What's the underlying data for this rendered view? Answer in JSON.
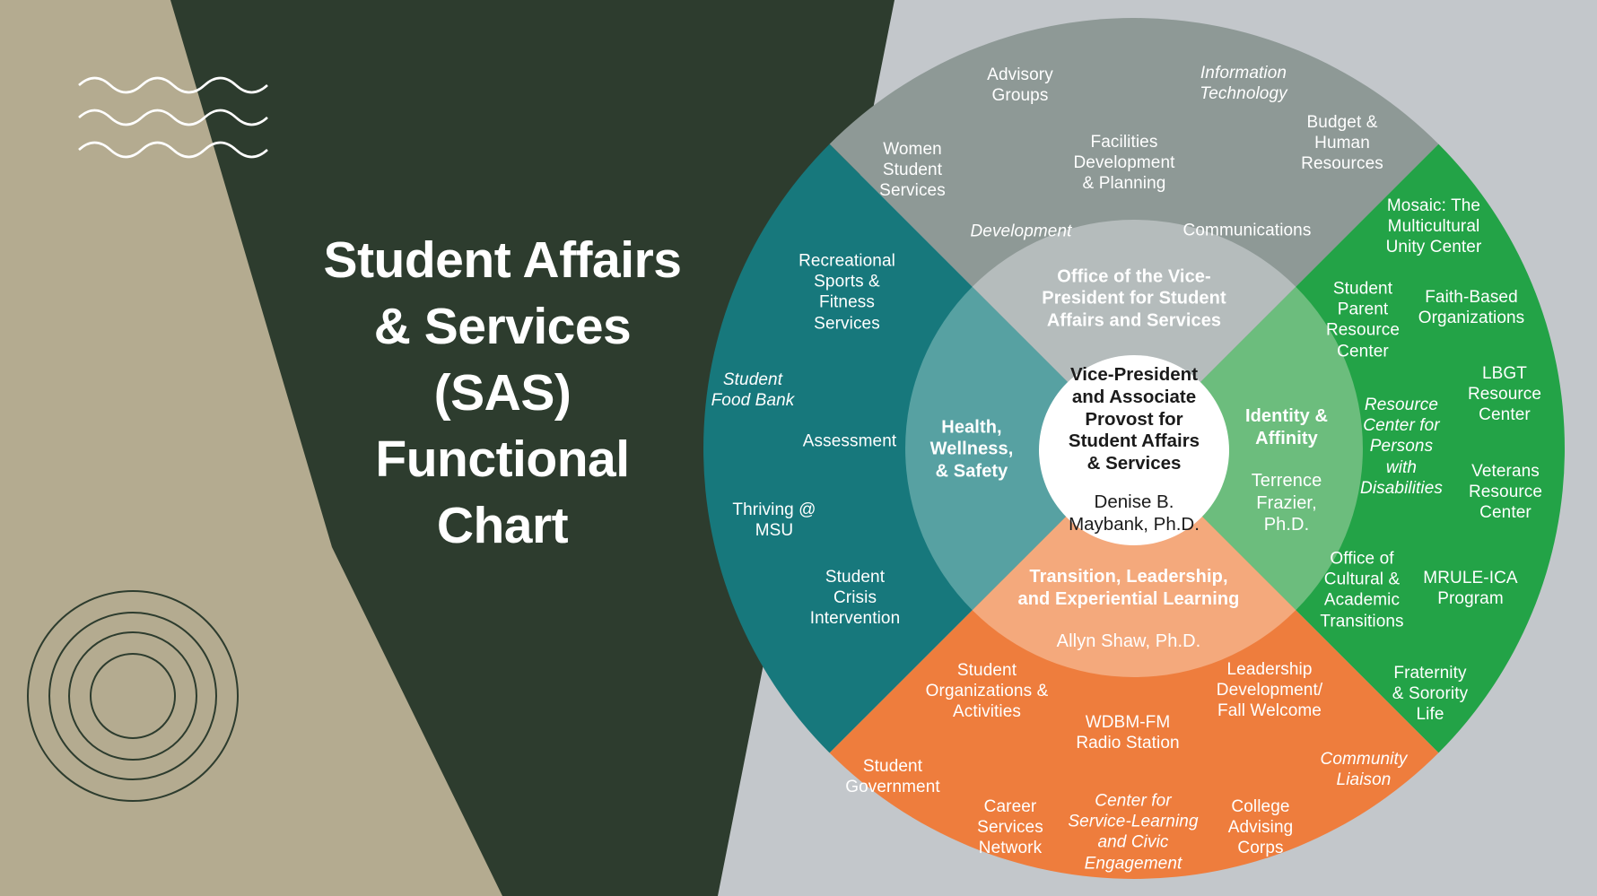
{
  "title": {
    "text": "Student Affairs\n& Services\n(SAS)\nFunctional\nChart"
  },
  "colors": {
    "background_gray": "#c3c7cb",
    "dark_green": "#2d3c2e",
    "tan": "#b4ab90",
    "office_outer": "#8e9996",
    "office_inner": "#b5bcbc",
    "health_outer": "#17787c",
    "health_inner": "#57a1a2",
    "identity_outer": "#23a347",
    "identity_inner": "#6cbd7d",
    "transition_outer": "#ee7d3d",
    "transition_inner": "#f4a97c",
    "center_white": "#ffffff"
  },
  "center_circle": {
    "role": "Vice-President\nand Associate\nProvost for\nStudent Affairs\n& Services",
    "name": "Denise B.\nMaybank, Ph.D."
  },
  "inner_ring": {
    "office": {
      "label": "Office of the Vice-\nPresident for Student\nAffairs and Services"
    },
    "health": {
      "label": "Health,\nWellness,\n& Safety"
    },
    "identity": {
      "label": "Identity &\nAffinity",
      "name": "Terrence\nFrazier,\nPh.D."
    },
    "transition": {
      "label": "Transition, Leadership,\nand Experiential Learning",
      "name": "Allyn Shaw, Ph.D."
    }
  },
  "office_items": [
    {
      "text": "Advisory\nGroups"
    },
    {
      "text": "Information\nTechnology"
    },
    {
      "text": "Women\nStudent\nServices"
    },
    {
      "text": "Facilities\nDevelopment\n& Planning"
    },
    {
      "text": "Budget &\nHuman\nResources"
    },
    {
      "text": "Development"
    },
    {
      "text": "Communications"
    }
  ],
  "health_items": [
    {
      "text": "Recreational\nSports &\nFitness\nServices"
    },
    {
      "text": "Student\nFood Bank"
    },
    {
      "text": "Assessment"
    },
    {
      "text": "Thriving @\nMSU"
    },
    {
      "text": "Student\nCrisis\nIntervention"
    }
  ],
  "identity_items": [
    {
      "text": "Mosaic: The\nMulticultural\nUnity Center"
    },
    {
      "text": "Student\nParent\nResource\nCenter"
    },
    {
      "text": "Faith-Based\nOrganizations"
    },
    {
      "text": "LBGT\nResource\nCenter"
    },
    {
      "text": "Resource\nCenter for\nPersons\nwith\nDisabilities"
    },
    {
      "text": "Veterans\nResource\nCenter"
    },
    {
      "text": "Office of\nCultural &\nAcademic\nTransitions"
    },
    {
      "text": "MRULE-ICA\nProgram"
    },
    {
      "text": "Fraternity\n& Sorority\nLife"
    }
  ],
  "transition_items": [
    {
      "text": "Student\nOrganizations &\nActivities"
    },
    {
      "text": "WDBM-FM\nRadio Station"
    },
    {
      "text": "Leadership\nDevelopment/\nFall Welcome"
    },
    {
      "text": "Student\nGovernment"
    },
    {
      "text": "Career\nServices\nNetwork"
    },
    {
      "text": "Center for\nService-Learning\nand Civic\nEngagement"
    },
    {
      "text": "College\nAdvising\nCorps"
    },
    {
      "text": "Community\nLiaison"
    }
  ]
}
